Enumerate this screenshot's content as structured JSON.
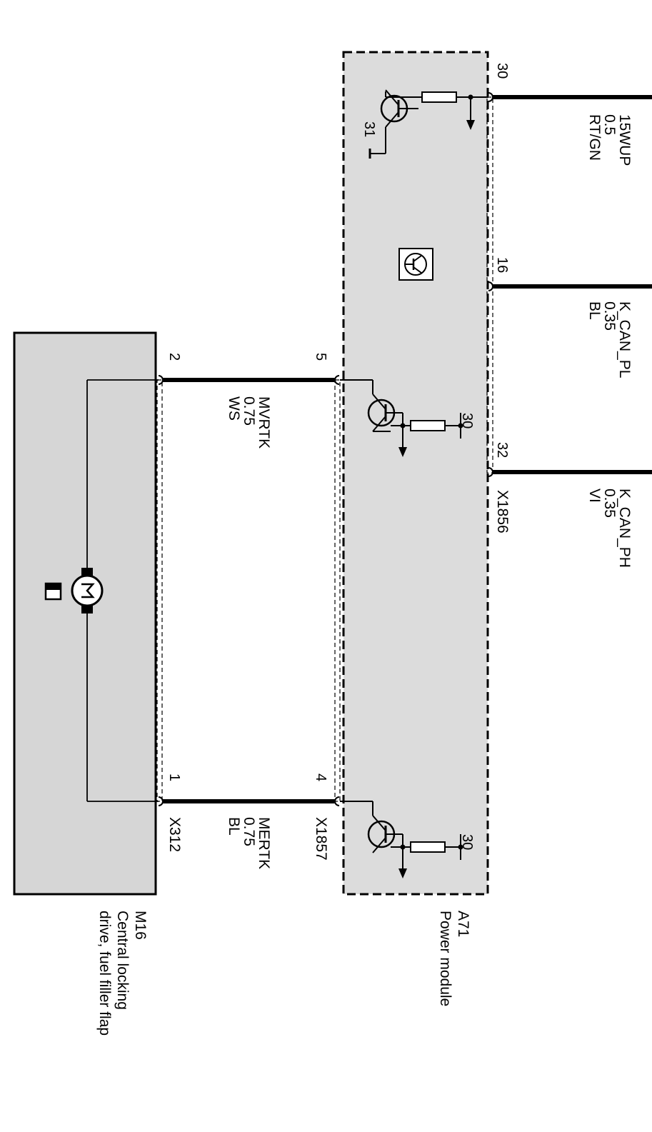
{
  "colors": {
    "module_fill": "#dcdcdc",
    "motor_fill": "#d6d6d6",
    "wire": "#000000",
    "background": "#ffffff"
  },
  "power_module": {
    "id": "A71",
    "name": "Power module",
    "ground_pin": "31",
    "supply_label_1": "30",
    "supply_label_2": "30",
    "icon": "transistor-module-icon"
  },
  "actuator": {
    "id": "M16",
    "name_line1": "Central locking",
    "name_line2": "drive, fuel filler flap",
    "icon": "motor-icon"
  },
  "connectors": {
    "x1856": "X1856",
    "x1857": "X1857",
    "x312": "X312"
  },
  "pins": {
    "p30": "30",
    "p16": "16",
    "p32": "32",
    "p5": "5",
    "p4": "4",
    "p2": "2",
    "p1": "1"
  },
  "wires": [
    {
      "signal": "15WUP",
      "size": "0.5",
      "color": "RT/GN"
    },
    {
      "signal": "K_CAN_PL",
      "size": "0.35",
      "color": "BL"
    },
    {
      "signal": "K_CAN_PH",
      "size": "0.35",
      "color": "VI"
    },
    {
      "signal": "MVRTK",
      "size": "0.75",
      "color": "WS"
    },
    {
      "signal": "MERTK",
      "size": "0.75",
      "color": "BL"
    }
  ]
}
